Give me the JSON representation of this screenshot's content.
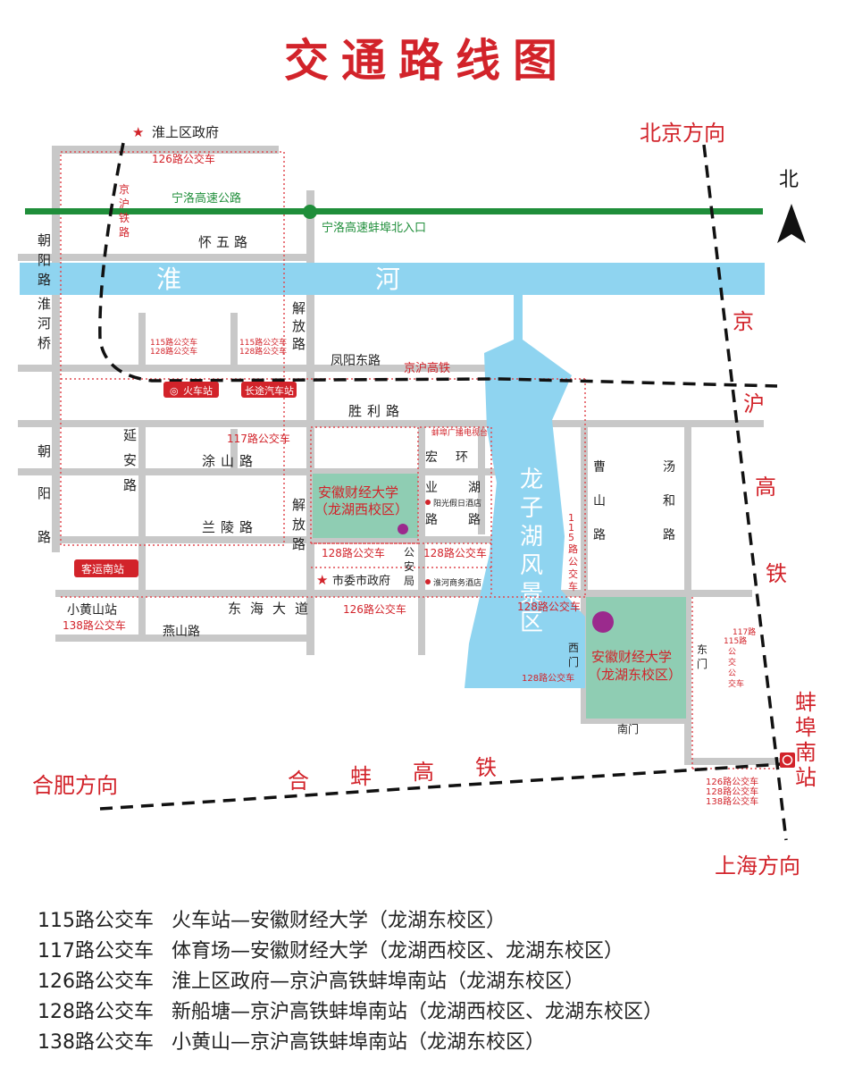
{
  "title": "交通路线图",
  "colors": {
    "road": "#c8c8c8",
    "river": "#8fd4f0",
    "lake": "#8fd4f0",
    "expressway": "#1f8e3a",
    "campus": "#8fcdb3",
    "route_red": "#d2232a",
    "campus_dot": "#9b2a8d"
  },
  "compass": {
    "north": "北"
  },
  "directions": {
    "beijing": "北京方向",
    "shanghai": "上海方向",
    "hefei": "合肥方向"
  },
  "railways": {
    "jinghu_vertical": "京沪铁路",
    "jinghu_hsr_label": "京沪高铁",
    "jinghu_hsr_big": "京沪高铁",
    "hebang_hsr": "合蚌高铁"
  },
  "water": {
    "huaihe_1": "淮",
    "huaihe_2": "河",
    "longzi_lake": "龙子湖风景区"
  },
  "expressway": {
    "name": "宁洛高速公路",
    "entrance": "宁洛高速蚌埠北入口"
  },
  "roads": {
    "huaiwu": "怀五路",
    "chaoyang_top": "朝阳路",
    "huaihe_bridge": "淮河桥",
    "jiefang_top": "解放路",
    "fengyang_east": "凤阳东路",
    "shengli": "胜利路",
    "yanan": "延安路",
    "tushan": "涂山路",
    "chaoyang_bottom": "朝阳路",
    "lanling": "兰陵路",
    "jiefang_bottom": "解放路",
    "donghai": "东海大道",
    "yanshan": "燕山路",
    "honghuan": "宏环",
    "yehu": "业湖路路",
    "caoshan": "曹山路",
    "tanghe": "汤和路"
  },
  "places": {
    "huaishang_gov": "淮上区政府",
    "train_station": "火车站",
    "bus_station": "长途汽车站",
    "passenger_south": "客运南站",
    "city_gov": "市委市政府",
    "public_security": "公安局",
    "tv_station": "蚌埠广播电视台",
    "sunshine_hotel": "阳光假日酒店",
    "huaihe_hotel": "淮河商务酒店",
    "xiaohuangshan": "小黄山站",
    "west_gate": "西门",
    "east_gate": "东门",
    "south_gate": "南门",
    "bengbu_south": "蚌埠南站"
  },
  "campuses": {
    "west_name": "安徽财经大学",
    "west_sub": "（龙湖西校区）",
    "east_name": "安徽财经大学",
    "east_sub": "（龙湖东校区）"
  },
  "bus_labels": {
    "b126_top": "126路公交车",
    "b115_128_a1": "115路公交车",
    "b115_128_a2": "128路公交车",
    "b115_128_b1": "115路公交车",
    "b115_128_b2": "128路公交车",
    "b117": "117路公交车",
    "b128_mid": "128路公交车",
    "b126_donghai": "126路公交车",
    "b138": "138路公交车",
    "b115_vertical": "115路公交车",
    "b128_lake_east": "128路公交车",
    "b128_west_gate": "128路公交车",
    "b117_115_east": "117路115路公交车",
    "south_1": "126路公交车",
    "south_2": "128路公交车",
    "south_3": "138路公交车"
  },
  "legend": [
    {
      "route": "115路公交车",
      "desc": "火车站—安徽财经大学（龙湖东校区）"
    },
    {
      "route": "117路公交车",
      "desc": "体育场—安徽财经大学（龙湖西校区、龙湖东校区）"
    },
    {
      "route": "126路公交车",
      "desc": "淮上区政府—京沪高铁蚌埠南站（龙湖东校区）"
    },
    {
      "route": "128路公交车",
      "desc": "新船塘—京沪高铁蚌埠南站（龙湖西校区、龙湖东校区）"
    },
    {
      "route": "138路公交车",
      "desc": "小黄山—京沪高铁蚌埠南站（龙湖东校区）"
    }
  ]
}
